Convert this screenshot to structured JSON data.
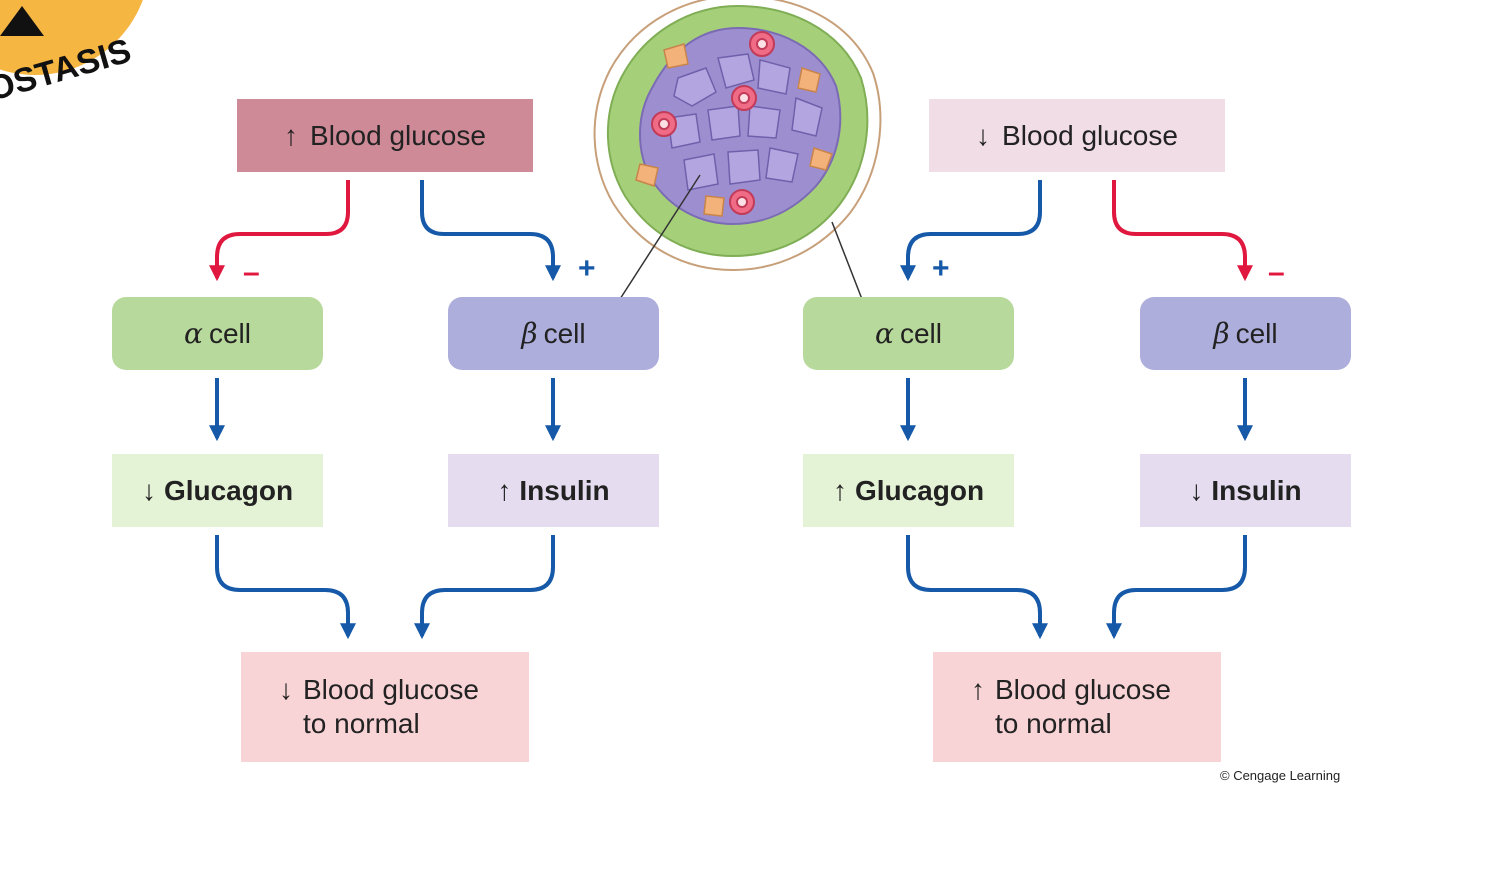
{
  "badge": {
    "text": "OSTASIS"
  },
  "credit": "© Cengage Learning",
  "colors": {
    "rise_red": "#cf8a98",
    "fall_pink": "#f1dde5",
    "alpha_green": "#b8d99c",
    "beta_purple": "#aeaedc",
    "glucagon_light": "#e4f2d6",
    "insulin_light": "#e5dcf0",
    "normal_pink": "#f9d4d7",
    "inhibit": "#e0183f",
    "stimulate": "#1659a8"
  },
  "left": {
    "trigger": {
      "arrow": "↑",
      "text": "Blood glucose"
    },
    "alpha": {
      "greek": "α",
      "text": "cell",
      "sign": "–"
    },
    "beta": {
      "greek": "β",
      "text": "cell",
      "sign": "+"
    },
    "glucagon": {
      "arrow": "↓",
      "text": "Glucagon"
    },
    "insulin": {
      "arrow": "↑",
      "text": "Insulin"
    },
    "result": {
      "arrow": "↓",
      "line1": "Blood glucose",
      "line2": "to normal"
    }
  },
  "right": {
    "trigger": {
      "arrow": "↓",
      "text": "Blood glucose"
    },
    "alpha": {
      "greek": "α",
      "text": "cell",
      "sign": "+"
    },
    "beta": {
      "greek": "β",
      "text": "cell",
      "sign": "–"
    },
    "glucagon": {
      "arrow": "↑",
      "text": "Glucagon"
    },
    "insulin": {
      "arrow": "↓",
      "text": "Insulin"
    },
    "result": {
      "arrow": "↑",
      "line1": "Blood glucose",
      "line2": "to normal"
    }
  },
  "islet_image": "pancreatic-islet-illustration"
}
